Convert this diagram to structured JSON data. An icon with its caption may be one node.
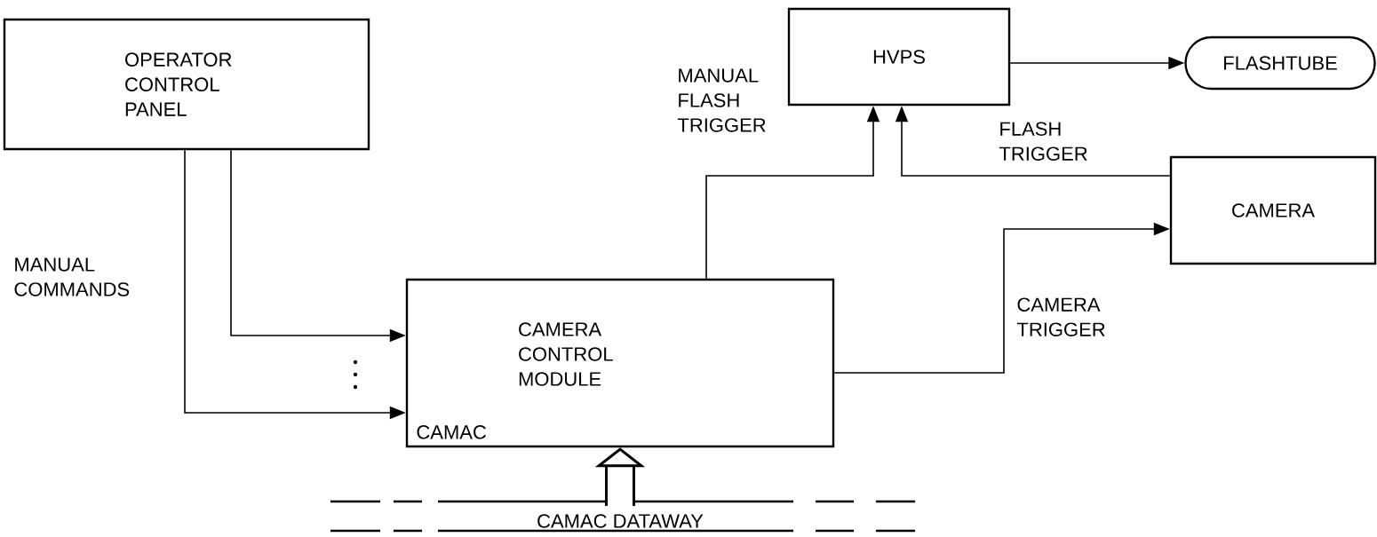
{
  "diagram": {
    "nodes": [
      {
        "text": [
          "OPERATOR CONTROL PANEL"
        ]
      },
      {
        "text": [
          "HVPS"
        ]
      },
      {
        "text": [
          "FLASHTUBE"
        ]
      },
      {
        "text": [
          "CAMERA"
        ]
      },
      {
        "text": [
          "CAMERA CONTROL MODULE",
          "CAMAC"
        ]
      },
      {
        "text": [
          "CAMAC DATAWAY"
        ]
      }
    ],
    "edges": [
      {
        "from": 0,
        "to": 4,
        "arrow": "to"
      },
      {
        "from": 0,
        "to": 4,
        "arrow": "to"
      },
      {
        "from": 4,
        "to": 1,
        "arrow": "to",
        "label": "MANUAL FLASH TRIGGER"
      },
      {
        "from": 3,
        "to": 1,
        "arrow": "to",
        "label": "FLASH TRIGGER"
      },
      {
        "from": 1,
        "to": 2,
        "arrow": "to"
      },
      {
        "from": 4,
        "to": 3,
        "arrow": "to",
        "label": "CAMERA TRIGGER"
      },
      {
        "from": 5,
        "to": 4,
        "arrow": "to",
        "style": "thick"
      }
    ],
    "labels": [
      "MANUAL COMMANDS"
    ]
  }
}
